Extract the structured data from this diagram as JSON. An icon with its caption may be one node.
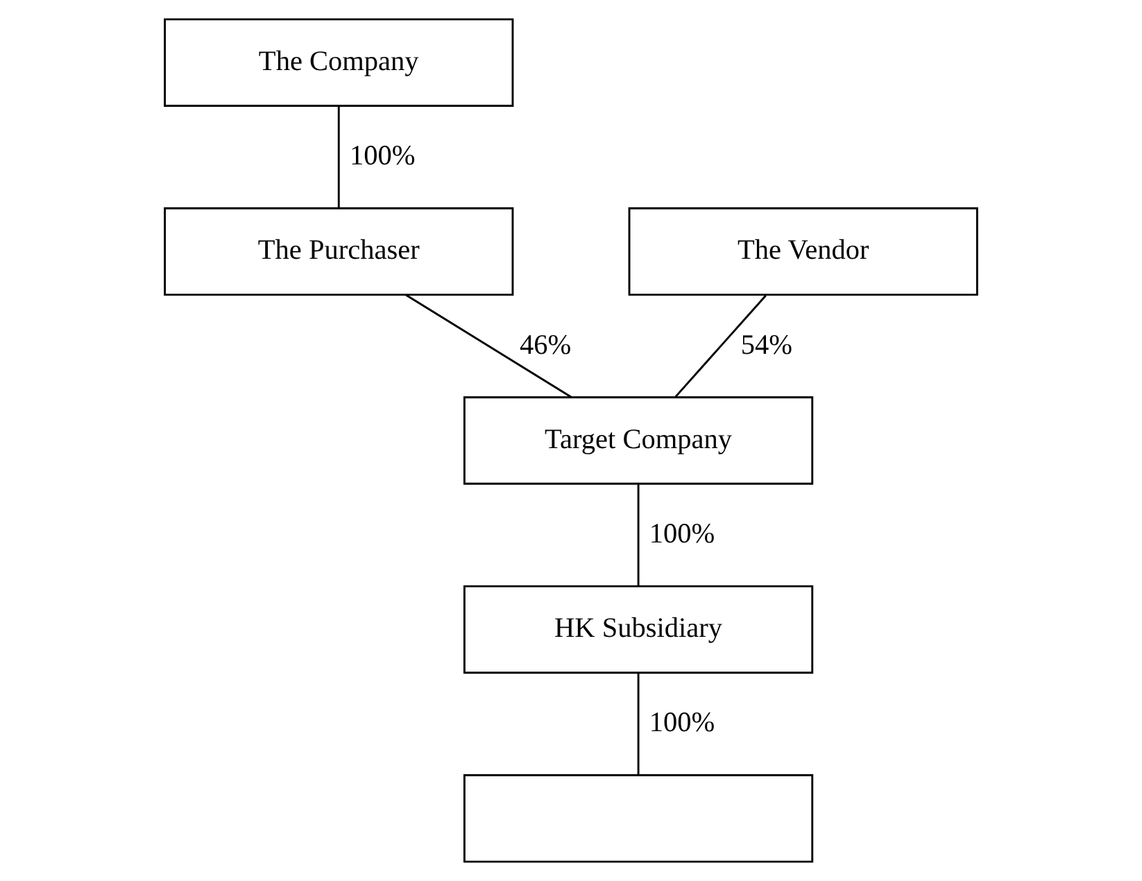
{
  "diagram": {
    "nodes": [
      {
        "text": [
          "The Company"
        ]
      },
      {
        "text": [
          "The Purchaser"
        ]
      },
      {
        "text": [
          "The Vendor"
        ]
      },
      {
        "text": [
          "Target Company"
        ]
      },
      {
        "text": [
          "HK Subsidiary"
        ]
      },
      {
        "text": [],
        "shape": "box"
      }
    ],
    "edges": [
      {
        "from": 0,
        "to": 1,
        "arrow": "none",
        "label": "100%"
      },
      {
        "from": 1,
        "to": 3,
        "arrow": "none",
        "label": "46%"
      },
      {
        "from": 2,
        "to": 3,
        "arrow": "none",
        "label": "54%"
      },
      {
        "from": 3,
        "to": 4,
        "arrow": "none",
        "label": "100%"
      },
      {
        "from": 4,
        "to": 5,
        "arrow": "none",
        "label": "100%"
      }
    ]
  }
}
